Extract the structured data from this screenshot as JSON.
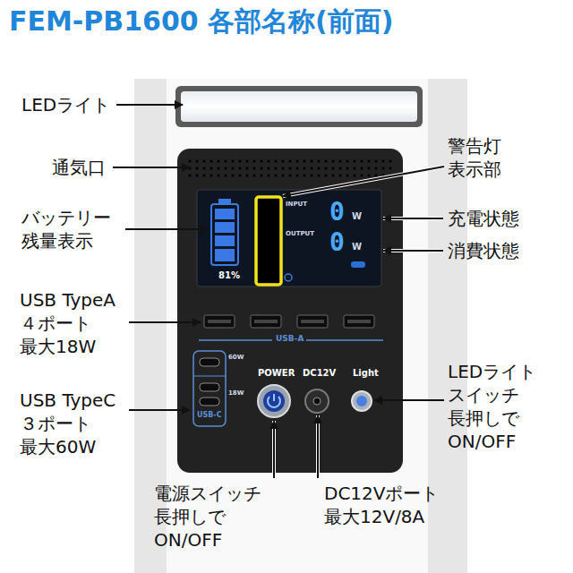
{
  "diagram": {
    "title": "FEM-PB1600 各部名称(前面)",
    "labels": [
      "LEDライト",
      "警告灯 表示部",
      "通気口",
      "バッテリー 残量表示",
      "充電状態",
      "消費状態",
      "INPUT",
      "0",
      "W",
      "OUTPUT",
      "0",
      "W",
      "81%",
      "USB TypeA ４ポート 最大18W",
      "USB-A",
      "60W",
      "18W",
      "USB-C",
      "POWER",
      "DC12V",
      "Light",
      "USB TypeC ３ポート 最大60W",
      "LEDライト スイッチ 長押しで ON/OFF",
      "電源スイッチ 長押しで ON/OFF",
      "DC12Vポート 最大12V/8A"
    ]
  }
}
